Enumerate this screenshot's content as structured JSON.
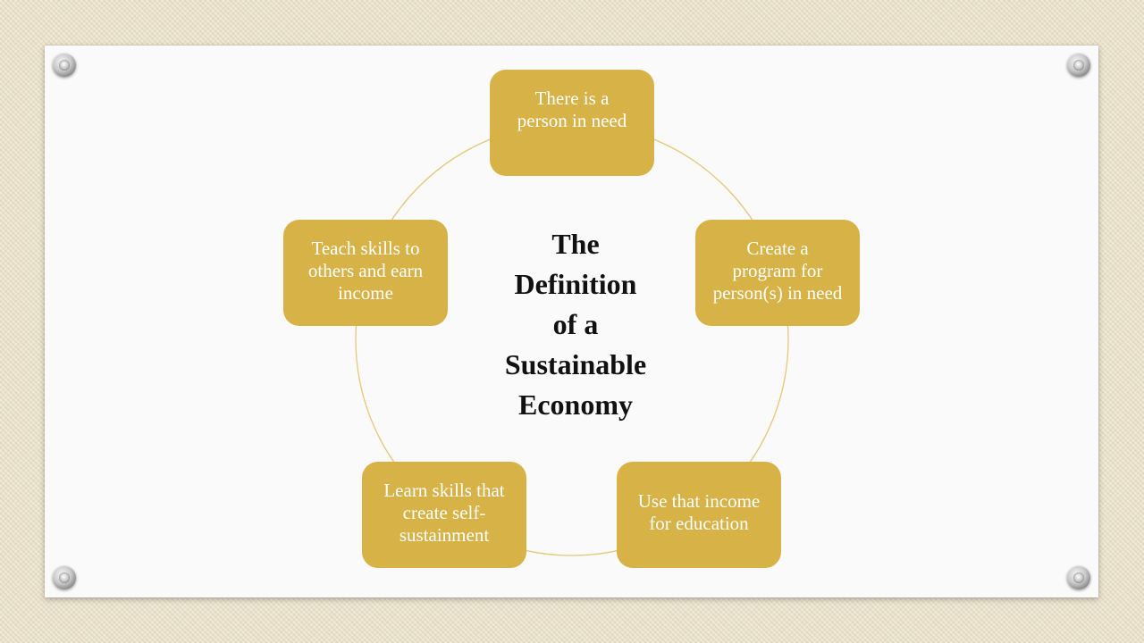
{
  "slide": {
    "title": "The\nDefinition\nof  a\nSustainable\nEconomy",
    "cycle_items": [
      "There is a\nperson in need",
      "Create a\nprogram for\nperson(s) in need",
      "Use that income\nfor education",
      "Learn skills that\ncreate self-\nsustainment",
      "Teach skills to\nothers and earn\nincome"
    ]
  },
  "colors": {
    "node_fill": "#d6b247",
    "ring_stroke": "#e2c878",
    "node_text": "#ffffff",
    "title_text": "#111111",
    "card_background": "#fafafa",
    "page_background": "#ece3ca"
  },
  "icons": [
    "pushpin-icon",
    "pushpin-icon",
    "pushpin-icon",
    "pushpin-icon"
  ]
}
